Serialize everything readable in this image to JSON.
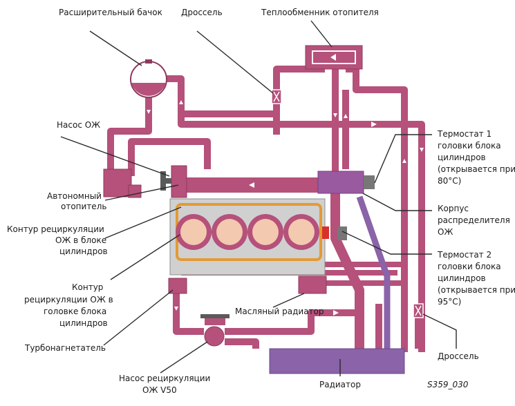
{
  "labels": {
    "expansion_tank": "Расширительный бачок",
    "throttle_top": "Дроссель",
    "heater_exchanger": "Теплообменник отопителя",
    "coolant_pump": "Насос ОЖ",
    "aux_heater_1": "Автономный",
    "aux_heater_2": "отопитель",
    "block_circuit_1": "Контур рециркуляции",
    "block_circuit_2": "ОЖ в блоке",
    "block_circuit_3": "цилиндров",
    "head_circuit_1": "Контур",
    "head_circuit_2": "рециркуляции ОЖ в",
    "head_circuit_3": "головке блока",
    "head_circuit_4": "цилиндров",
    "oil_cooler": "Масляный радиатор",
    "turbocharger": "Турбонагнетатель",
    "recirc_pump_1": "Насос рециркуляции",
    "recirc_pump_2": "ОЖ V50",
    "radiator": "Радиатор",
    "figure_code": "S359_030",
    "thermostat1_1": "Термостат 1",
    "thermostat1_2": "головки блока",
    "thermostat1_3": "цилиндров",
    "thermostat1_4": "(открывается при",
    "thermostat1_5": "80°C)",
    "distributor_1": "Корпус",
    "distributor_2": "распределителя",
    "distributor_3": "ОЖ",
    "thermostat2_1": "Термостат 2",
    "thermostat2_2": "головки блока",
    "thermostat2_3": "цилиндров",
    "thermostat2_4": "(открывается при",
    "thermostat2_5": "95°C)",
    "throttle_bottom": "Дроссель"
  },
  "colors": {
    "coolant_pipe": "#b5517a",
    "coolant_pipe_edge": "#8f3a5e",
    "radiator": "#8a63a8",
    "engine_block": "#d0d0d0",
    "cylinder_fill": "#f3c9b0",
    "recirc_loop": "#e39a34",
    "thermostat_active": "#d9302a"
  }
}
